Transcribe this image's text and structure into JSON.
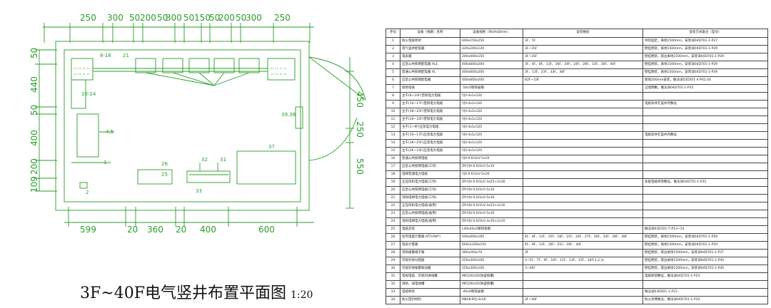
{
  "plan": {
    "top_dims": [
      "250",
      "300",
      "50",
      "200",
      "50",
      "300",
      "50",
      "150",
      "50",
      "200",
      "50",
      "300",
      "250"
    ],
    "bottom_dims": [
      "599",
      "20",
      "360",
      "20",
      "400",
      "600"
    ],
    "left_dims": [
      "50",
      "440",
      "50",
      "400",
      "200",
      "109"
    ],
    "right_dims": [
      "450",
      "250",
      "550"
    ],
    "labels": [
      "8-18",
      "21",
      "20-24",
      "4,5",
      "1",
      "39,38",
      "37",
      "26",
      "25",
      "32",
      "31",
      "33",
      "2"
    ],
    "caption": "3F~40F电气竖井布置平面图",
    "scale": "1:20"
  },
  "table": {
    "headers": [
      "序号",
      "设备（线路）名称",
      "设备规格（WxHxDmm）",
      "安装楼层",
      "安装方式备注（型号）"
    ],
    "rows": [
      [
        "1",
        "防火电缆桥架",
        "600x150x250",
        "3F、5F",
        "吊装固定，离地1500mm，安装详04D701-1-P27"
      ],
      [
        "2",
        "电气竖井配电箱",
        "320x240x120",
        "3F~35F",
        "壁挂明装，离地1500mm，安装详04D701-1-P29"
      ],
      [
        "3",
        "电表箱",
        "200x400x150",
        "3F~35F",
        "壁挂明装，底边离地1500mm，安装详04D701-1-P29"
      ],
      [
        "4",
        "应急公共照明配电箱 ALE",
        "400x600x200",
        "3F、4F、8F、13F、16F、20F、24F、28F、33F、36F、40F",
        "壁挂明装，离地1500mm，安装详04D701-1-P29"
      ],
      [
        "5",
        "普通公共照明配电箱 AL",
        "400x600x200",
        "3F、13F、23F、33F、36F",
        "壁挂明装，离地1500mm，安装详04D701-1-P29"
      ],
      [
        "6",
        "应急公共照明配电箱",
        "400x600x200",
        "B2F~33F",
        "距地200mm安装，做法详03D501-4-P42,44"
      ],
      [
        "7",
        "接地母排",
        "-50x5镀锌扁钢",
        "",
        "沿墙明敷，做法详04D701-1-P35"
      ],
      [
        "8",
        "主干(8~10F)普照电力电缆",
        "YJV-4x1x120",
        "",
        " "
      ],
      [
        "9",
        "主干(10~17F)普照电力电缆",
        "YJV-4x1x120",
        "",
        "电缆穿井在竖井内敷设"
      ],
      [
        "10",
        "主干(18~25F)普照电力电缆",
        "YJV-4x1x120",
        "",
        ""
      ],
      [
        "11",
        "主干(26~33F)普照电力电缆",
        "YJV-4x1x120",
        "",
        ""
      ],
      [
        "12",
        "主干(1~9F)应急电力电缆",
        "YJV-4x1x120",
        "",
        ""
      ],
      [
        "13",
        "主干(10~17F)应急电力电缆",
        "YJV-4x1x120",
        "",
        "电缆穿井在竖井内敷设"
      ],
      [
        "14",
        "主干(18~25F)应急电力电缆",
        "YJV-4x1x120",
        "",
        ""
      ],
      [
        "15",
        "主干(26~33F)应急电力电缆",
        "YJV-4x1x120",
        "",
        ""
      ],
      [
        "16",
        "普通公共照明电缆",
        "YJV-0.6/1kV-5x10",
        "",
        ""
      ],
      [
        "17",
        "应急公共照明电缆(工作)",
        "ZR-YJV-0.6/1kV-5x10",
        "",
        ""
      ],
      [
        "18",
        "电梯普通电力电缆",
        "YJV-0.6/1kV-5x16",
        "",
        ""
      ],
      [
        "19",
        "正压风机电力电缆(工作)",
        "ZR-YJV-0.6/1kV-3x25+2x16",
        "",
        "多股电缆桥架敷设，做法详04D701-1-P32"
      ],
      [
        "20",
        "应急公共照明电缆(工作)",
        "ZR-YJV-0.6/1kV-5x10",
        "",
        ""
      ],
      [
        "21",
        "消防电梯电力电缆(工作)",
        "ZR-YJV-0.6/1kV-5x16",
        "",
        ""
      ],
      [
        "22",
        "正压风机电力电缆(备用)",
        "ZR-YJV-0.6/1kV-3x25+2x16",
        "",
        ""
      ],
      [
        "23",
        "应急公共照明电缆(备用)",
        "ZR-YJV-0.6/1kV-5x10",
        "",
        ""
      ],
      [
        "24",
        "消防电梯电力电缆(备用)",
        "ZR-YJV-0.6/1kV-3x16+2x10",
        "",
        ""
      ],
      [
        "25",
        "电缆支架",
        "L40x40x4镀锌角钢",
        "",
        "做法详03D101-7-P13~14"
      ],
      [
        "26",
        "住宅电能计量箱 ATF(AW*)",
        "400x600x160",
        "4F、8F、13F、15F、16F、21F、24F、27F、30F、33F、36F、38F",
        "壁挂明装，离地1500mm，安装详04D701-1-P29"
      ],
      [
        "27",
        "电表计量箱",
        "600x1200x250",
        "4F、8F、13F、16F、21F、26F、30F",
        "壁挂明装，离地1500mm，安装详04D701-1-P29"
      ],
      [
        "28",
        "消防报警端子箱",
        "360x260x70",
        "3F",
        "壁挂明装，底边离地1500mm，安装详04D701-1-P37"
      ],
      [
        "29",
        "可视对讲分配器",
        "250x300x100",
        "3~5F、7F、9F、10F、11F、13F、15F、16F(1,2,3)",
        "壁挂明装，底边离地1500mm，安装详04D701-1-P40"
      ],
      [
        "30",
        "可视对讲报警联动箱",
        "250x300x100",
        "3~40F",
        "壁挂明装，底边离地1200mm，安装详04D701-1-P40"
      ],
      [
        "31",
        "电视电缆、可视对讲线槽",
        "MR100x50(防盗锁槽)",
        "",
        "电缆桥架敷设，做法详04D701-1-P23"
      ],
      [
        "32",
        "消防、弱电线槽",
        "MR100x50(防盗锁槽)",
        "",
        ""
      ],
      [
        "33",
        "电缆桥架",
        "-40x4镀锌扁钢",
        "",
        "做法详03D501-1-P23"
      ],
      [
        "34",
        "防火密封材料",
        "M828-BYJ-3x16",
        "3F~40F",
        "防火封堵做法，做法详04D701-1-P33"
      ]
    ]
  }
}
